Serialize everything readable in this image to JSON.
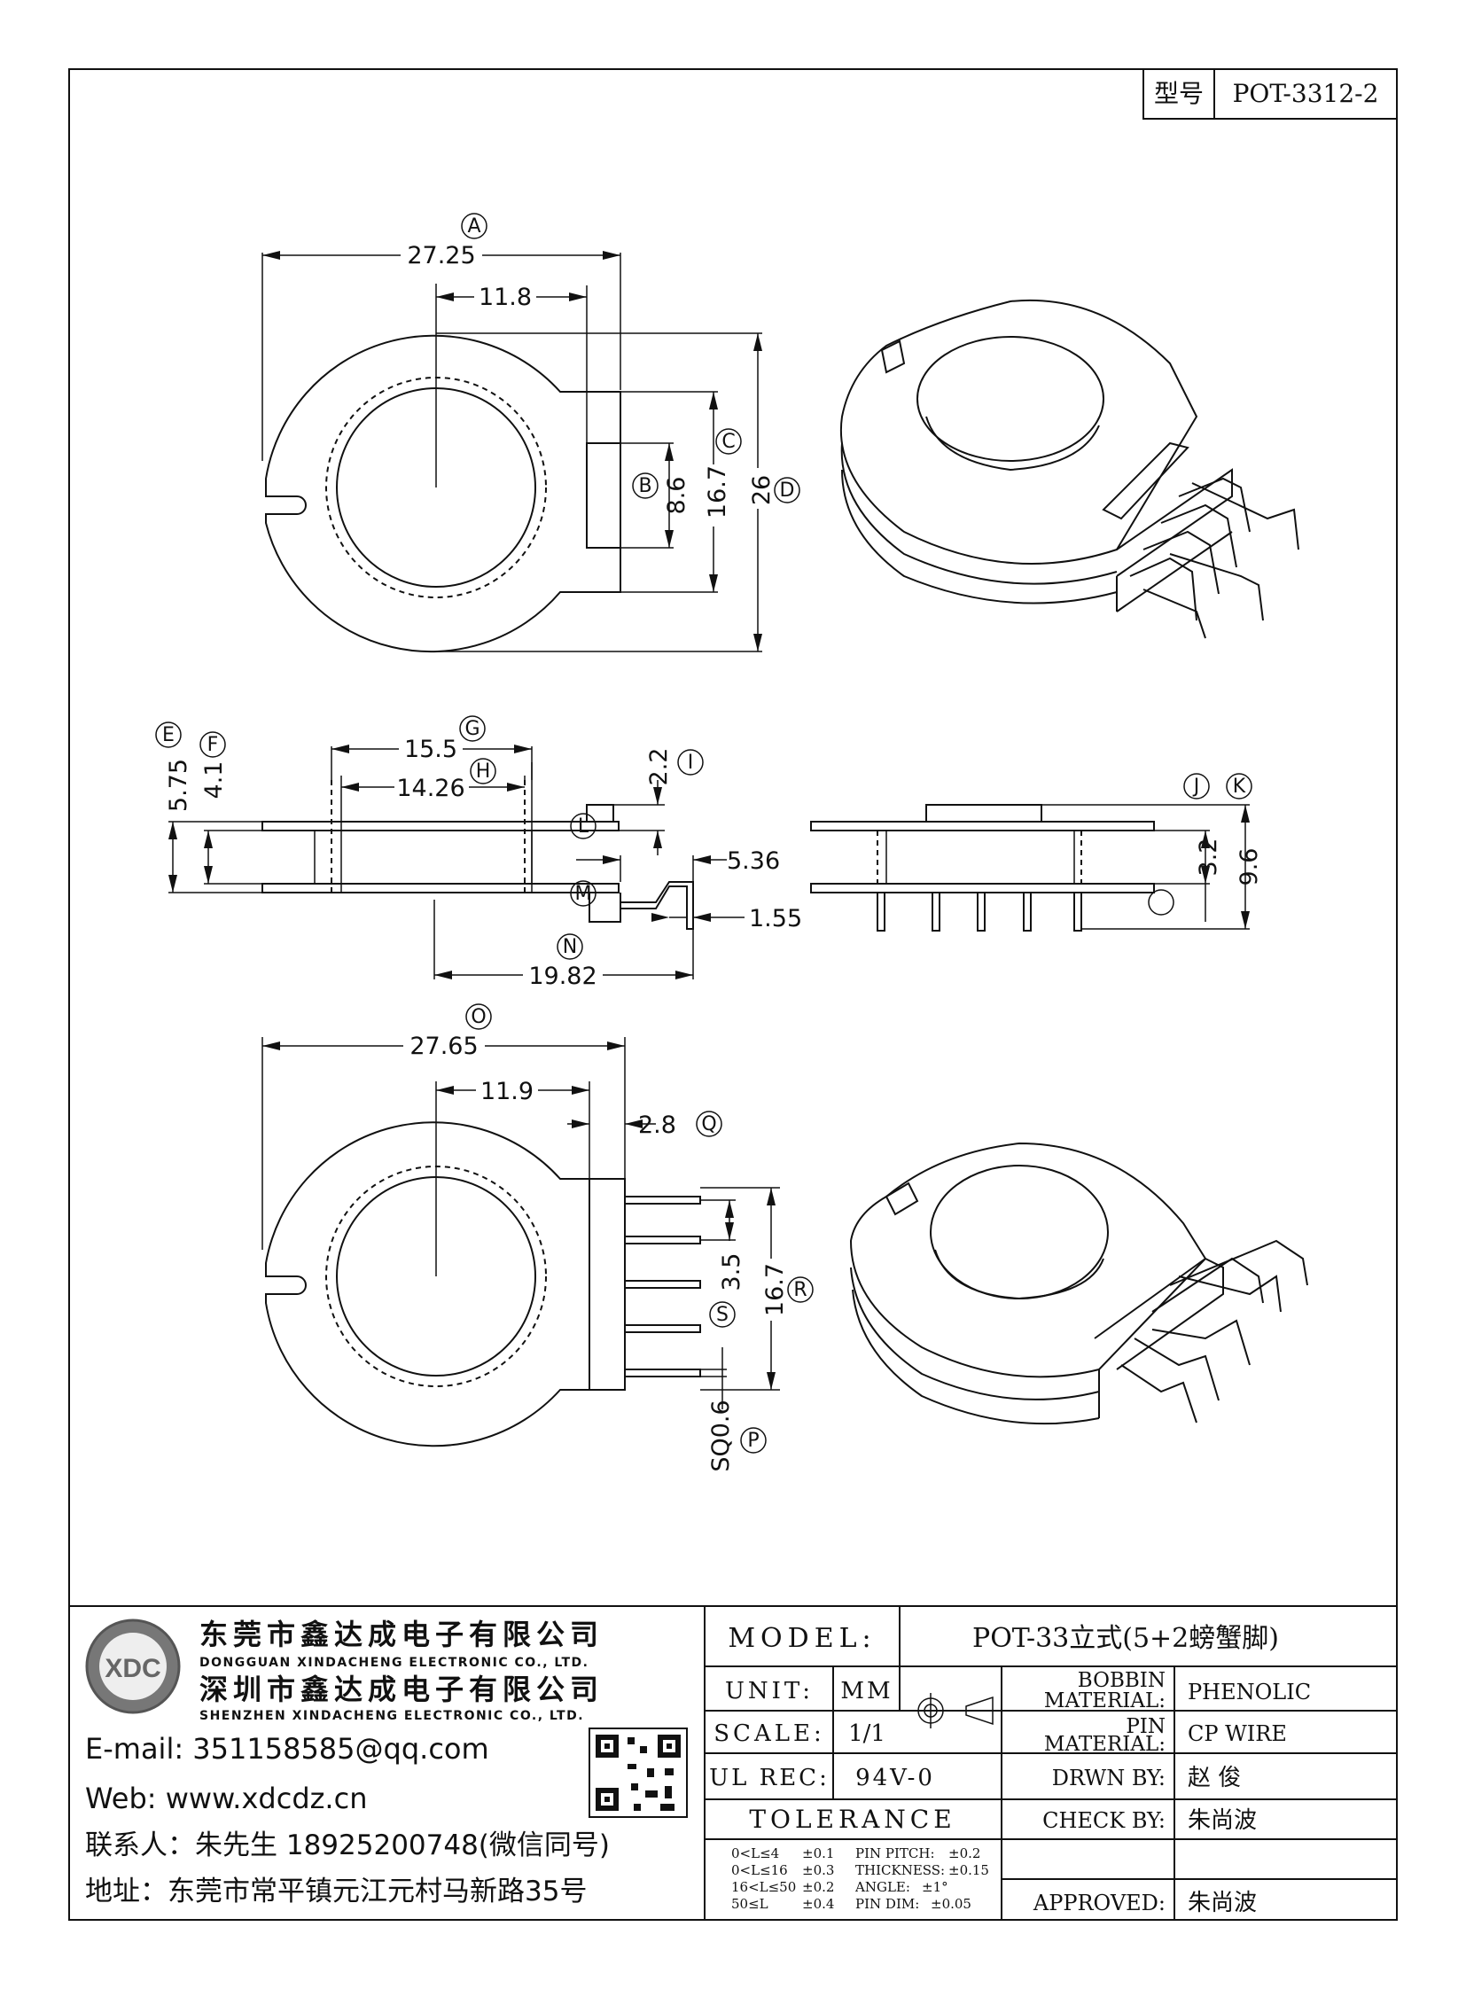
{
  "model_box": {
    "label": "型号",
    "value": "POT-3312-2"
  },
  "top_view": {
    "dims": {
      "A": "27.25",
      "A2": "11.8",
      "B": "8.6",
      "C": "16.7",
      "D": "26"
    },
    "letters": {
      "A": "A",
      "B": "B",
      "C": "C",
      "D": "D"
    }
  },
  "side_view": {
    "dims": {
      "E": "5.75",
      "F": "4.1",
      "G": "15.5",
      "H": "14.26",
      "I": "2.2",
      "L": "5.36",
      "M": "1.55",
      "N": "19.82",
      "K": "9.6",
      "J": "3.2"
    },
    "letters": {
      "E": "E",
      "F": "F",
      "G": "G",
      "H": "H",
      "I": "I",
      "J": "J",
      "K": "K",
      "L": "L",
      "M": "M",
      "N": "N"
    }
  },
  "bottom_view": {
    "dims": {
      "O": "27.65",
      "O2": "11.9",
      "Q": "2.8",
      "R": "16.7",
      "S": "3.5",
      "P": "SQ0.6"
    },
    "letters": {
      "O": "O",
      "P": "P",
      "Q": "Q",
      "R": "R",
      "S": "S"
    }
  },
  "company": {
    "name1": "东莞市鑫达成电子有限公司",
    "en1": "DONGGUAN XINDACHENG ELECTRONIC CO., LTD.",
    "name2": "深圳市鑫达成电子有限公司",
    "en2": "SHENZHEN XINDACHENG ELECTRONIC CO., LTD.",
    "email": "E-mail:  351158585@qq.com",
    "web": "Web:  www.xdcdz.cn",
    "contact": "联系人：朱先生 18925200748(微信同号)",
    "address": "地址：东莞市常平镇元江元村马新路35号",
    "logo_text": "XDC"
  },
  "title_block": {
    "model_label": "MODEL:",
    "model_value": "POT-33立式(5+2螃蟹脚)",
    "unit_label": "UNIT:",
    "unit_value": "MM",
    "scale_label": "SCALE:",
    "scale_value": "1/1",
    "ulrec_label": "UL REC:",
    "ulrec_value": "94V-0",
    "tolerance_label": "TOLERANCE",
    "tol_rows": [
      {
        "range": "0<L≤4",
        "tol": "±0.1",
        "k": "PIN PITCH:",
        "v": "±0.2"
      },
      {
        "range": "0<L≤16",
        "tol": "±0.3",
        "k": "THICKNESS:",
        "v": "±0.15"
      },
      {
        "range": "16<L≤50",
        "tol": "±0.2",
        "k": "ANGLE:",
        "v": "±1°"
      },
      {
        "range": "50≤L",
        "tol": "±0.4",
        "k": "PIN DIM:",
        "v": "±0.05"
      }
    ],
    "bobbin_label_1": "BOBBIN",
    "bobbin_label_2": "MATERIAL:",
    "bobbin_value": "PHENOLIC",
    "pin_label_1": "PIN",
    "pin_label_2": "MATERIAL:",
    "pin_value": "CP WIRE",
    "drawn_label": "DRWN BY:",
    "drawn_value": "赵  俊",
    "check_label": "CHECK BY:",
    "check_value": "朱尚波",
    "approved_label": "APPROVED:",
    "approved_value": "朱尚波"
  }
}
